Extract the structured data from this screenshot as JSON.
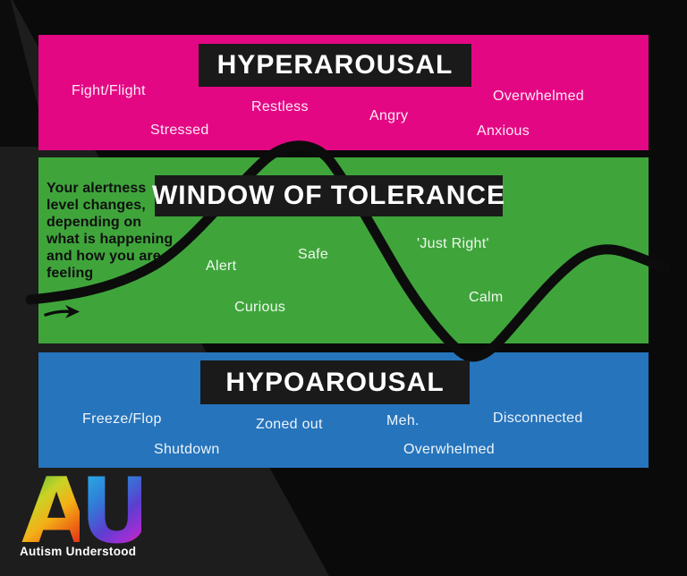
{
  "bands": {
    "hyperarousal": {
      "title": "HYPERAROUSAL",
      "color": "#e40784",
      "labels": [
        {
          "text": "Fight/Flight"
        },
        {
          "text": "Restless"
        },
        {
          "text": "Angry"
        },
        {
          "text": "Overwhelmed"
        },
        {
          "text": "Stressed"
        },
        {
          "text": "Anxious"
        }
      ]
    },
    "window": {
      "title": "WINDOW OF TOLERANCE",
      "color": "#3fa53b",
      "description": "Your alertness\nlevel changes,\ndepending on\nwhat is happening\nand how you are\nfeeling",
      "labels": [
        {
          "text": "Alert"
        },
        {
          "text": "Safe"
        },
        {
          "text": "'Just Right'"
        },
        {
          "text": "Curious"
        },
        {
          "text": "Calm"
        }
      ]
    },
    "hypoarousal": {
      "title": "HYPOAROUSAL",
      "color": "#2674bc",
      "labels": [
        {
          "text": "Freeze/Flop"
        },
        {
          "text": "Zoned out"
        },
        {
          "text": "Meh."
        },
        {
          "text": "Disconnected"
        },
        {
          "text": "Shutdown"
        },
        {
          "text": "Overwhelmed"
        }
      ]
    }
  },
  "curve": {
    "description_icon": "alertness-wave-line",
    "color": "#0c0c0c"
  },
  "logo": {
    "mark_a": "A",
    "mark_u": "U",
    "wordmark": "Autism Understood"
  }
}
